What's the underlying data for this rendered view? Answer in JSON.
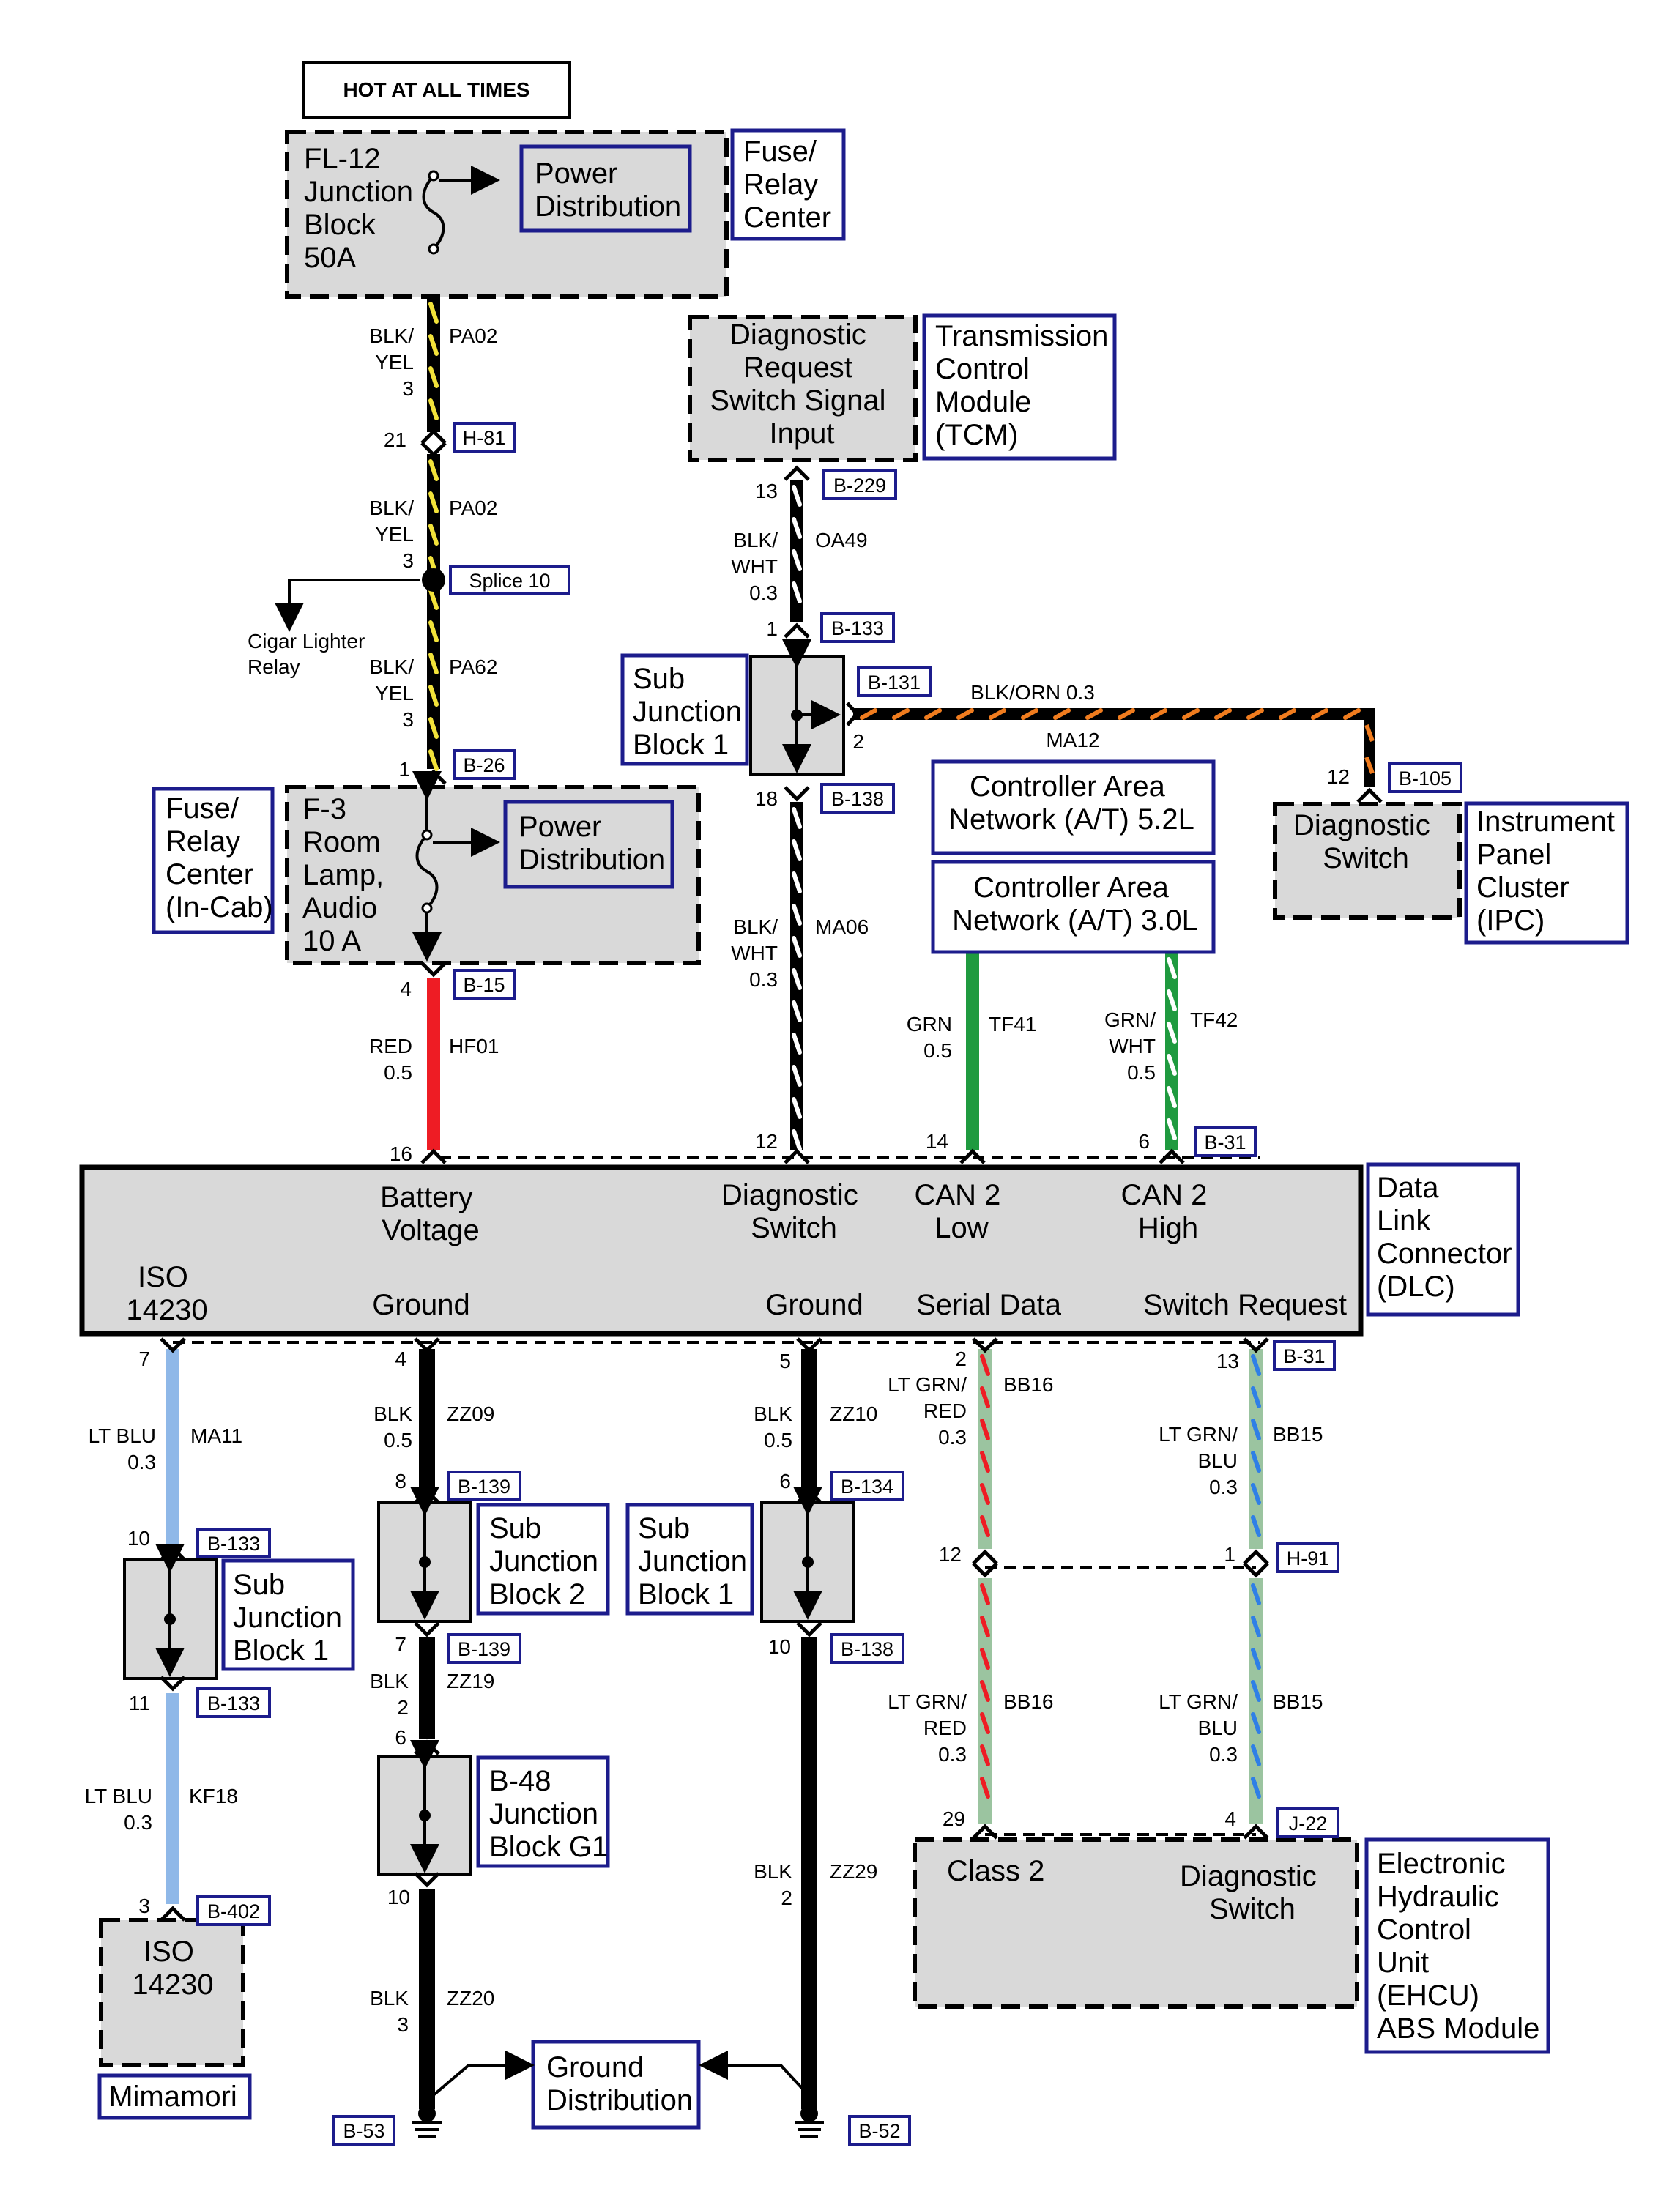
{
  "header": {
    "hot_label": "HOT AT ALL TIMES"
  },
  "colors": {
    "black": "#000000",
    "yellow": "#f2e23a",
    "white": "#ffffff",
    "orange": "#f07c1e",
    "red": "#ee1c24",
    "green": "#1f9a3f",
    "lt_blue": "#8fb8e8",
    "lt_green": "#9bc4a0",
    "blue_stripe": "#2f7fe6",
    "box_fill": "#d9d9d9",
    "connector_border": "#1c1c8c"
  },
  "fuse_fl12": {
    "lines": [
      "FL-12",
      "Junction",
      "Block",
      "50A"
    ],
    "power": [
      "Power",
      "Distribution"
    ],
    "label": [
      "Fuse/",
      "Relay",
      "Center"
    ]
  },
  "fuse_f3": {
    "lines": [
      "F-3",
      "Room",
      "Lamp,",
      "Audio",
      "10 A"
    ],
    "power": [
      "Power",
      "Distribution"
    ],
    "label": [
      "Fuse/",
      "Relay",
      "Center",
      "(In-Cab)"
    ]
  },
  "tcm": {
    "box": [
      "Diagnostic",
      "Request",
      "Switch Signal",
      "Input"
    ],
    "label": [
      "Transmission",
      "Control",
      "Module",
      "(TCM)"
    ]
  },
  "ipc": {
    "box": [
      "Diagnostic",
      "Switch"
    ],
    "label": [
      "Instrument",
      "Panel",
      "Cluster",
      "(IPC)"
    ]
  },
  "can_boxes": [
    [
      "Controller Area",
      "Network (A/T) 5.2L"
    ],
    [
      "Controller Area",
      "Network (A/T) 3.0L"
    ]
  ],
  "dlc": {
    "pins": [
      [
        "Battery",
        "Voltage"
      ],
      [
        "Diagnostic",
        "Switch"
      ],
      [
        "CAN 2",
        "Low"
      ],
      [
        "CAN 2",
        "High"
      ]
    ],
    "bottom": [
      "ISO",
      "14230",
      "Ground",
      "Ground",
      "Serial Data",
      "Switch Request"
    ],
    "label": [
      "Data",
      "Link",
      "Connector",
      "(DLC)"
    ]
  },
  "sjb": {
    "upper": [
      "Sub",
      "Junction",
      "Block 1"
    ],
    "left": [
      "Sub",
      "Junction",
      "Block 1"
    ],
    "sjb2": [
      "Sub",
      "Junction",
      "Block 2"
    ],
    "right": [
      "Sub",
      "Junction",
      "Block 1"
    ],
    "b48": [
      "B-48",
      "Junction",
      "Block G1"
    ]
  },
  "ehcu": {
    "box_left": [
      "Class 2"
    ],
    "box_right": [
      "Diagnostic",
      "Switch"
    ],
    "label": [
      "Electronic",
      "Hydraulic",
      "Control",
      "Unit",
      "(EHCU)",
      "ABS Module"
    ]
  },
  "mimamori": {
    "box": [
      "ISO",
      "14230"
    ],
    "label": "Mimamori"
  },
  "ground_dist": [
    "Ground",
    "Distribution"
  ],
  "splice": {
    "label": "Splice 10",
    "side": [
      "Cigar Lighter",
      "Relay"
    ]
  },
  "connectors": {
    "h81": "H-81",
    "b26": "B-26",
    "b15": "B-15",
    "b229": "B-229",
    "b133a": "B-133",
    "b131": "B-131",
    "b138a": "B-138",
    "b105": "B-105",
    "b31a": "B-31",
    "b31b": "B-31",
    "b139a": "B-139",
    "b134": "B-134",
    "b133b": "B-133",
    "b133c": "B-133",
    "b139b": "B-139",
    "b138b": "B-138",
    "h91": "H-91",
    "j22": "J-22",
    "b402": "B-402",
    "b53": "B-53",
    "b52": "B-52"
  },
  "pins": {
    "p21": "21",
    "p1a": "1",
    "p4": "4",
    "p16": "16",
    "p13a": "13",
    "p1b": "1",
    "p2a": "2",
    "p18": "18",
    "p12a": "12",
    "p12b": "12",
    "p14": "14",
    "p6a": "6",
    "p7a": "7",
    "p4b": "4",
    "p5": "5",
    "p2b": "2",
    "p13b": "13",
    "p10a": "10",
    "p11": "11",
    "p3": "3",
    "p8": "8",
    "p7b": "7",
    "p6b": "6",
    "p10b": "10",
    "p6c": "6",
    "p10c": "10",
    "p12c": "12",
    "p1c": "1",
    "p29": "29",
    "p4c": "4"
  },
  "wires": {
    "pa02a": {
      "color": [
        "BLK/",
        "YEL",
        "3"
      ],
      "circuit": "PA02"
    },
    "pa02b": {
      "color": [
        "BLK/",
        "YEL",
        "3"
      ],
      "circuit": "PA02"
    },
    "pa62": {
      "color": [
        "BLK/",
        "YEL",
        "3"
      ],
      "circuit": "PA62"
    },
    "hf01": {
      "color": [
        "RED",
        "0.5"
      ],
      "circuit": "HF01"
    },
    "oa49": {
      "color": [
        "BLK/",
        "WHT",
        "0.3"
      ],
      "circuit": "OA49"
    },
    "ma06": {
      "color": [
        "BLK/",
        "WHT",
        "0.3"
      ],
      "circuit": "MA06"
    },
    "ma12": {
      "color": "BLK/ORN 0.3",
      "circuit": "MA12"
    },
    "tf41": {
      "color": [
        "GRN",
        "0.5"
      ],
      "circuit": "TF41"
    },
    "tf42": {
      "color": [
        "GRN/",
        "WHT",
        "0.5"
      ],
      "circuit": "TF42"
    },
    "ma11": {
      "color": [
        "LT BLU",
        "0.3"
      ],
      "circuit": "MA11"
    },
    "kf18": {
      "color": [
        "LT BLU",
        "0.3"
      ],
      "circuit": "KF18"
    },
    "zz09": {
      "color": [
        "BLK",
        "0.5"
      ],
      "circuit": "ZZ09"
    },
    "zz19": {
      "color": [
        "BLK",
        "2"
      ],
      "circuit": "ZZ19"
    },
    "zz20": {
      "color": [
        "BLK",
        "3"
      ],
      "circuit": "ZZ20"
    },
    "zz10": {
      "color": [
        "BLK",
        "0.5"
      ],
      "circuit": "ZZ10"
    },
    "zz29": {
      "color": [
        "BLK",
        "2"
      ],
      "circuit": "ZZ29"
    },
    "bb16a": {
      "color": [
        "LT GRN/",
        "RED",
        "0.3"
      ],
      "circuit": "BB16"
    },
    "bb16b": {
      "color": [
        "LT GRN/",
        "RED",
        "0.3"
      ],
      "circuit": "BB16"
    },
    "bb15a": {
      "color": [
        "LT GRN/",
        "BLU",
        "0.3"
      ],
      "circuit": "BB15"
    },
    "bb15b": {
      "color": [
        "LT GRN/",
        "BLU",
        "0.3"
      ],
      "circuit": "BB15"
    }
  }
}
